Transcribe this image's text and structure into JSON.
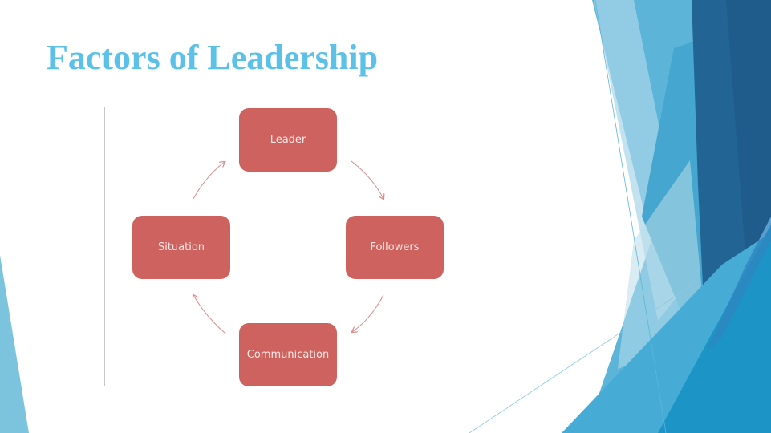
{
  "slide": {
    "title": "Factors of Leadership",
    "title_color": "#5bc1e8"
  },
  "diagram": {
    "type": "cycle",
    "node_color": "#cd625f",
    "arrow_color": "#d98c8a",
    "nodes": [
      {
        "label": "Leader"
      },
      {
        "label": "Followers"
      },
      {
        "label": "Communication"
      },
      {
        "label": "Situation"
      }
    ]
  },
  "theme": {
    "palette": [
      "#5bb5d8",
      "#2a6d9c",
      "#1f5f8f",
      "#46a9d0",
      "#1d97c9",
      "#9fd0e4"
    ]
  }
}
